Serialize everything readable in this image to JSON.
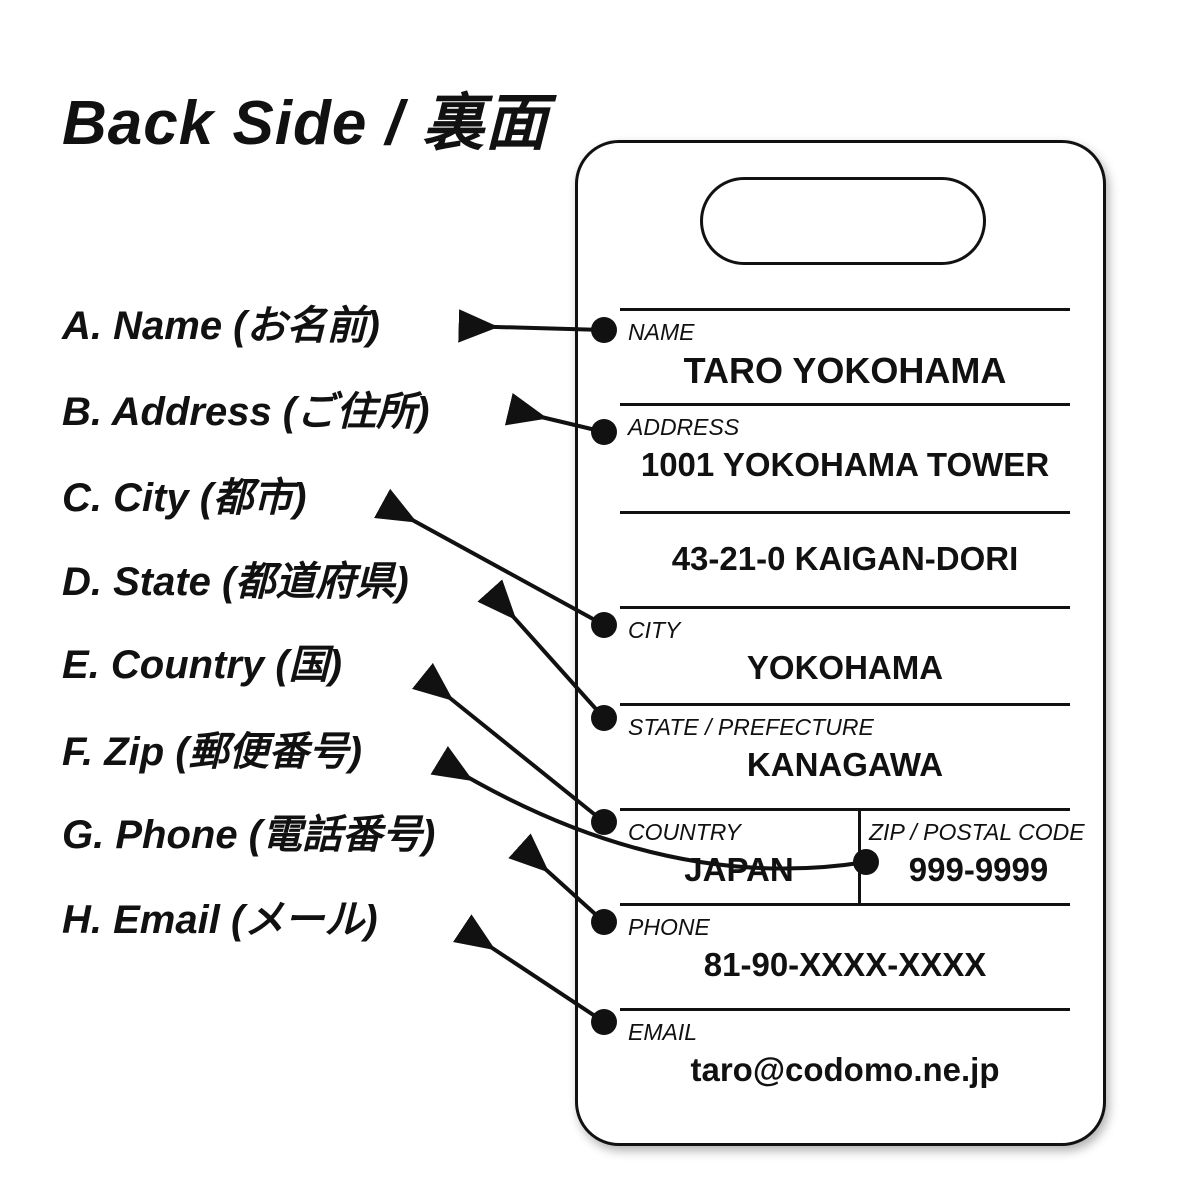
{
  "page": {
    "title": "Back Side / 裏面",
    "ink_color": "#111111",
    "background_color": "#ffffff"
  },
  "legend": {
    "items": [
      {
        "key": "A",
        "label": "A. Name (お名前)"
      },
      {
        "key": "B",
        "label": "B. Address (ご住所)"
      },
      {
        "key": "C",
        "label": "C. City (都市)"
      },
      {
        "key": "D",
        "label": "D. State (都道府県)"
      },
      {
        "key": "E",
        "label": "E. Country (国)"
      },
      {
        "key": "F",
        "label": "F. Zip (郵便番号)"
      },
      {
        "key": "G",
        "label": "G. Phone (電話番号)"
      },
      {
        "key": "H",
        "label": "H. Email (メール)"
      }
    ]
  },
  "tag": {
    "name": {
      "label": "NAME",
      "value": "TARO YOKOHAMA"
    },
    "address": {
      "label": "ADDRESS",
      "value": "1001 YOKOHAMA TOWER",
      "value2": "43-21-0 KAIGAN-DORI"
    },
    "city": {
      "label": "CITY",
      "value": "YOKOHAMA"
    },
    "state": {
      "label": "STATE / PREFECTURE",
      "value": "KANAGAWA"
    },
    "country": {
      "label": "COUNTRY",
      "value": "JAPAN"
    },
    "zip": {
      "label": "ZIP / POSTAL CODE",
      "value": "999-9999"
    },
    "phone": {
      "label": "PHONE",
      "value": "81-90-XXXX-XXXX"
    },
    "email": {
      "label": "EMAIL",
      "value": "taro@codomo.ne.jp"
    }
  }
}
